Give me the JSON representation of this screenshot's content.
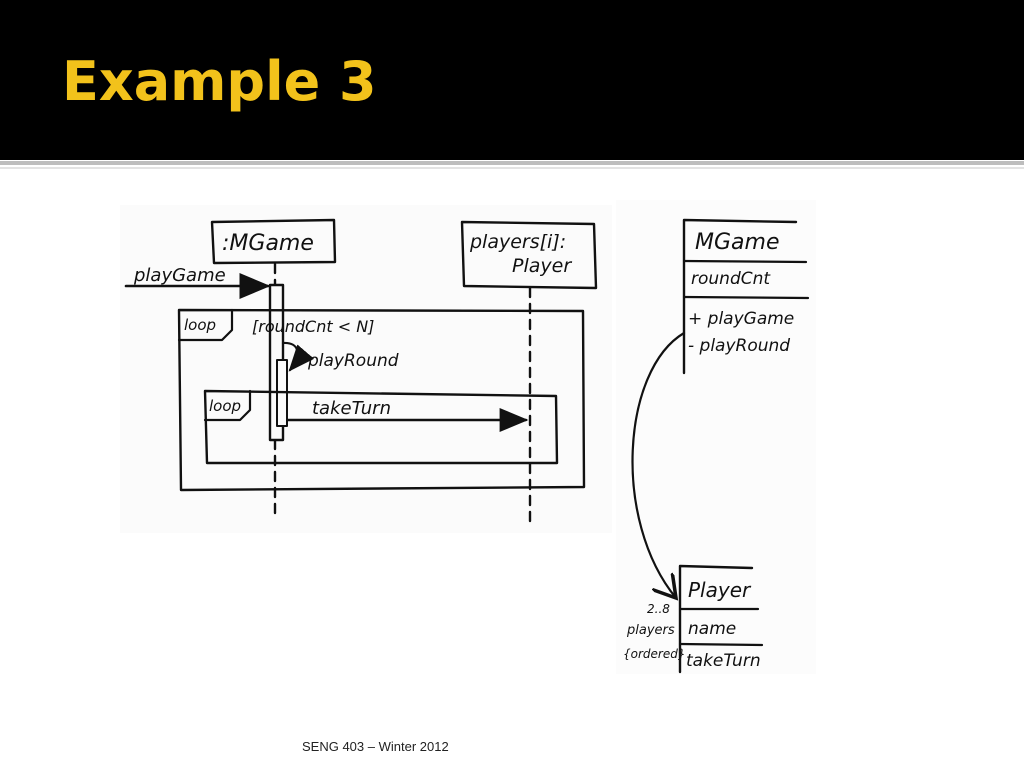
{
  "slide": {
    "title": "Example 3",
    "footer": "SENG 403 – Winter 2012"
  },
  "sequence_diagram": {
    "lifelines": [
      ":MGame",
      "players[i]:",
      "Player"
    ],
    "messages": {
      "play_game": "playGame",
      "play_round": "playRound",
      "take_turn": "takeTurn"
    },
    "fragments": {
      "outer_loop": "loop",
      "outer_guard": "[roundCnt < N]",
      "inner_loop": "loop"
    }
  },
  "class_diagram": {
    "mgame": {
      "name": "MGame",
      "attribute": "roundCnt",
      "operations": [
        "+ playGame",
        "- playRound"
      ]
    },
    "player": {
      "name": "Player",
      "attribute": "name",
      "operation": "takeTurn"
    },
    "association": {
      "multiplicity": "2..8",
      "role": "players",
      "constraint": "{ordered}"
    }
  },
  "colors": {
    "title": "#f2c21b",
    "header_bg": "#000000",
    "ink": "#111111"
  }
}
